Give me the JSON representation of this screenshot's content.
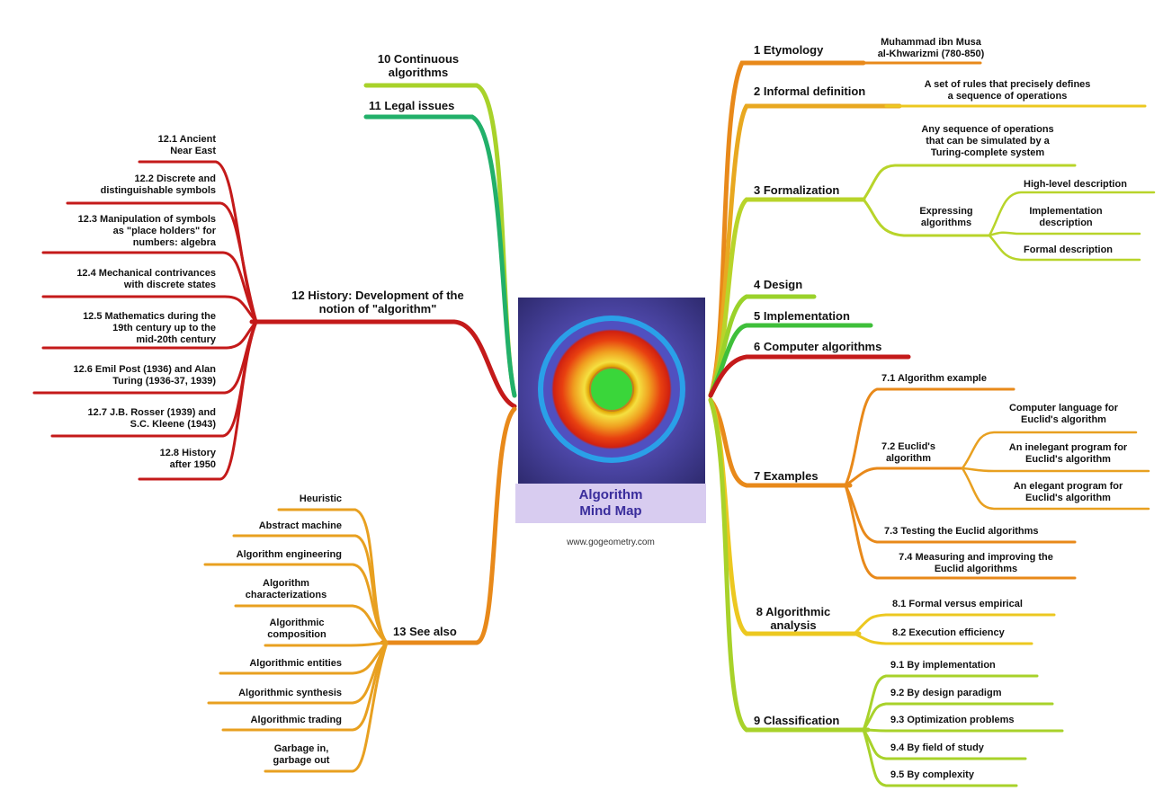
{
  "center": {
    "title": "Algorithm\nMind Map",
    "website": "www.gogeometry.com"
  },
  "colors": {
    "red": "#c41a1a",
    "orange": "#e8891a",
    "amber": "#e8a820",
    "yellow": "#ecc820",
    "yellowgreen": "#a8d22a",
    "green": "#3fbf3a",
    "teal": "#1fa07a"
  },
  "nodes": {
    "n1": "1 Etymology",
    "n1_1": "Muhammad ibn Musa\nal-Khwarizmi (780-850)",
    "n2": "2 Informal definition",
    "n2_1": "A set of rules that precisely defines\na sequence of operations",
    "n3": "3 Formalization",
    "n3_1": "Any sequence of operations\nthat can be simulated by a\nTuring-complete system",
    "n3_2": "Expressing\nalgorithms",
    "n3_2_1": "High-level description",
    "n3_2_2": "Implementation\ndescription",
    "n3_2_3": "Formal description",
    "n4": "4 Design",
    "n5": "5 Implementation",
    "n6": "6 Computer algorithms",
    "n7": "7 Examples",
    "n7_1": "7.1 Algorithm example",
    "n7_2": "7.2 Euclid's\nalgorithm",
    "n7_2_1": "Computer language for\nEuclid's algorithm",
    "n7_2_2": "An inelegant program for\nEuclid's algorithm",
    "n7_2_3": "An elegant program for\nEuclid's algorithm",
    "n7_3": "7.3 Testing the Euclid algorithms",
    "n7_4": "7.4 Measuring and improving the\nEuclid algorithms",
    "n8": "8 Algorithmic\nanalysis",
    "n8_1": "8.1 Formal versus empirical",
    "n8_2": "8.2 Execution efficiency",
    "n9": "9 Classification",
    "n9_1": "9.1 By implementation",
    "n9_2": "9.2 By design paradigm",
    "n9_3": "9.3 Optimization problems",
    "n9_4": "9.4 By field of study",
    "n9_5": "9.5 By complexity",
    "n10": "10 Continuous\nalgorithms",
    "n11": "11 Legal issues",
    "n12": "12 History: Development of the\nnotion of \"algorithm\"",
    "n12_1": "12.1 Ancient\nNear East",
    "n12_2": "12.2 Discrete and\ndistinguishable symbols",
    "n12_3": "12.3 Manipulation of symbols\nas \"place holders\" for\nnumbers: algebra",
    "n12_4": "12.4 Mechanical contrivances\nwith discrete states",
    "n12_5": "12.5 Mathematics during the\n19th century up to the\nmid-20th century",
    "n12_6": "12.6 Emil Post (1936) and Alan\nTuring (1936-37, 1939)",
    "n12_7": "12.7 J.B. Rosser (1939) and\nS.C. Kleene (1943)",
    "n12_8": "12.8 History\nafter 1950",
    "n13": "13 See also",
    "n13_1": "Heuristic",
    "n13_2": "Abstract machine",
    "n13_3": "Algorithm engineering",
    "n13_4": "Algorithm\ncharacterizations",
    "n13_5": "Algorithmic\ncomposition",
    "n13_6": "Algorithmic entities",
    "n13_7": "Algorithmic synthesis",
    "n13_8": "Algorithmic trading",
    "n13_9": "Garbage in,\ngarbage out"
  }
}
